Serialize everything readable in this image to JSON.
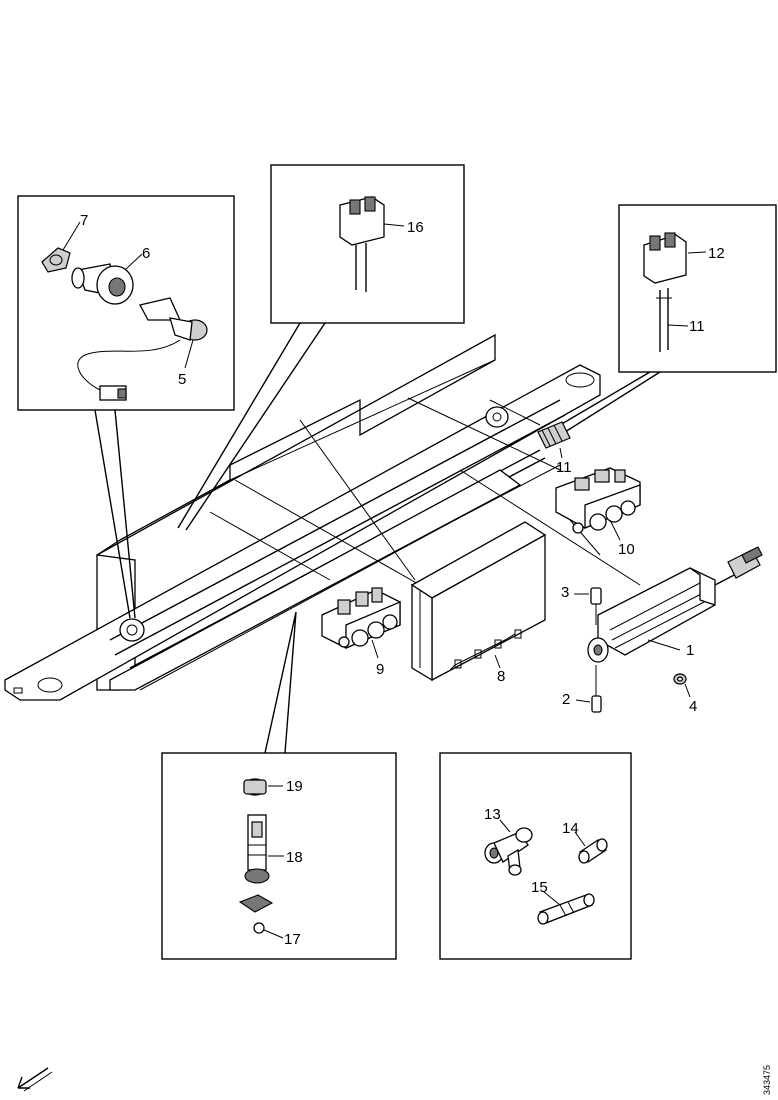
{
  "diagram": {
    "callouts": {
      "c1": "1",
      "c2": "2",
      "c3": "3",
      "c4": "4",
      "c5": "5",
      "c6": "6",
      "c7": "7",
      "c8": "8",
      "c9": "9",
      "c10": "10",
      "c11a": "11",
      "c11b": "11",
      "c12": "12",
      "c13": "13",
      "c14": "14",
      "c15": "15",
      "c16": "16",
      "c17": "17",
      "c18": "18",
      "c19": "19"
    },
    "document_id": "343475",
    "icons": {
      "orientation": "arrow-icon"
    }
  }
}
